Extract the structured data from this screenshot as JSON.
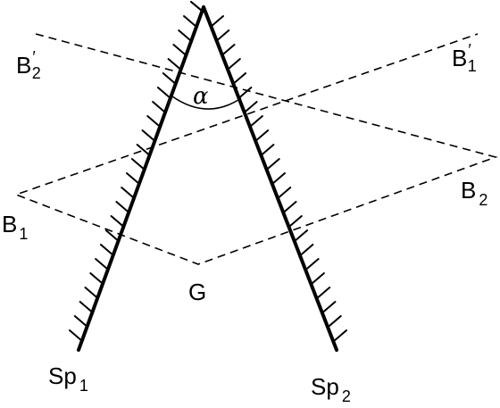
{
  "labels": {
    "alpha": "α",
    "g": "G",
    "sp1": {
      "main": "Sp",
      "sub": "1"
    },
    "sp2": {
      "main": "Sp",
      "sub": "2"
    },
    "b1": {
      "main": "B",
      "sub": "1"
    },
    "b2": {
      "main": "B",
      "sub": "2"
    },
    "b1_prime": {
      "main": "B",
      "prime": "′",
      "sub": "1"
    },
    "b2_prime": {
      "main": "B",
      "prime": "′",
      "sub": "2"
    }
  },
  "style": {
    "line_color": "#000000",
    "background": "#ffffff"
  }
}
